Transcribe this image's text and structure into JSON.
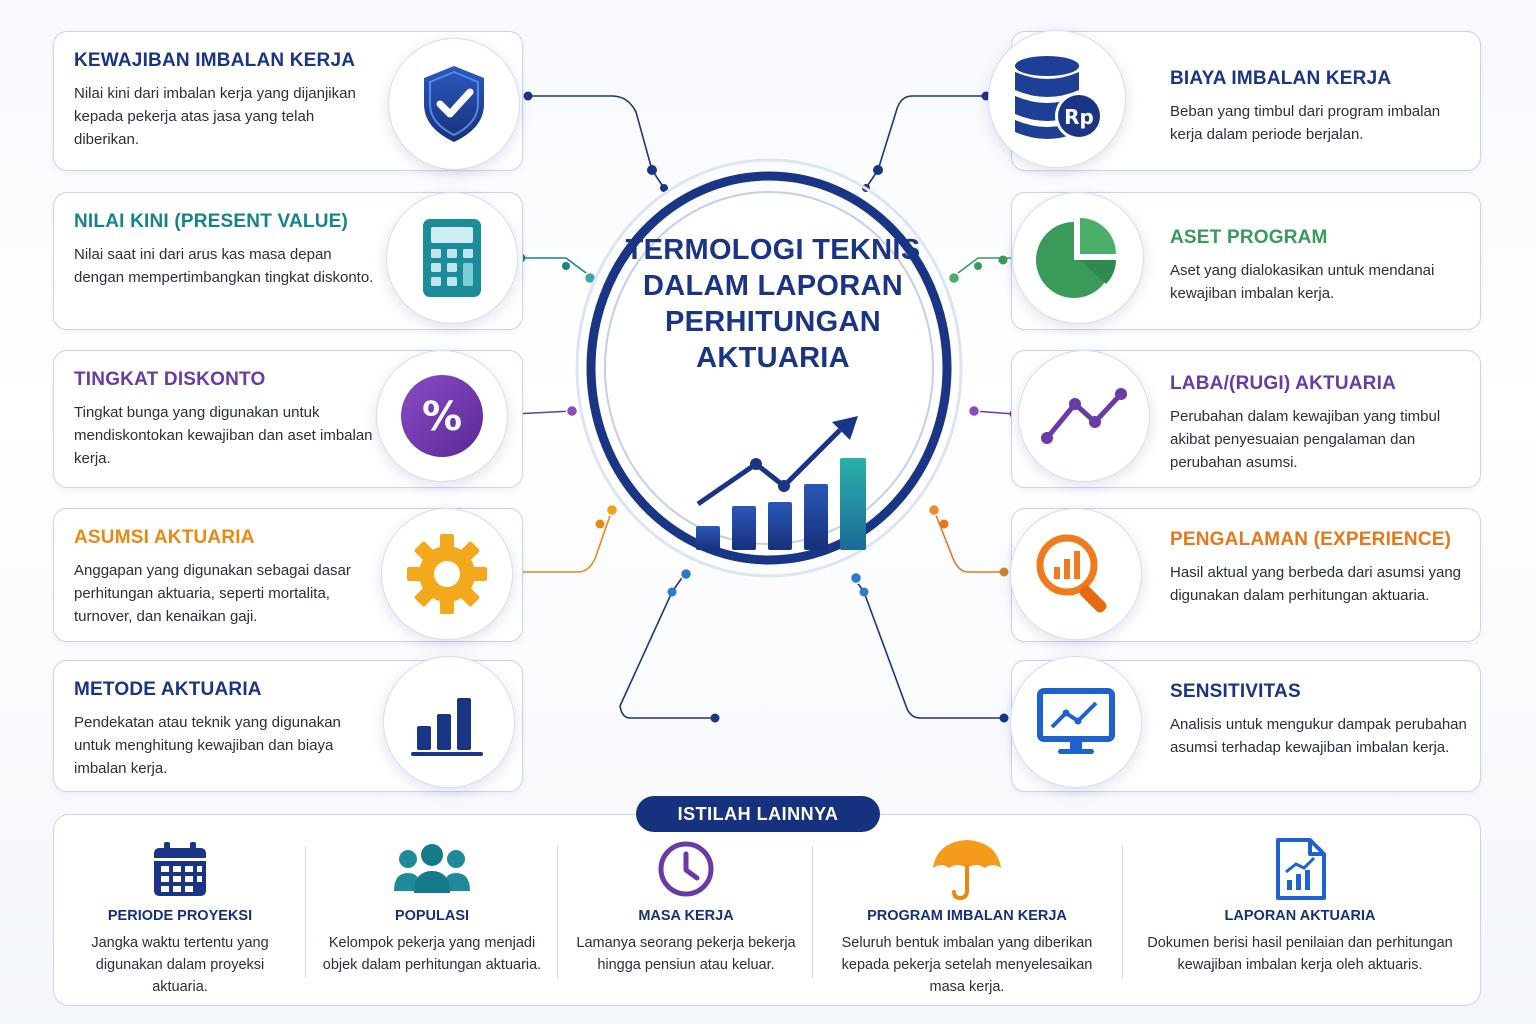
{
  "title": "TERMOLOGI TEKNIS DALAM LAPORAN PERHITUNGAN AKTUARIA",
  "left_cards": [
    {
      "title": "KEWAJIBAN IMBALAN KERJA",
      "desc": "Nilai kini dari imbalan kerja yang dijanjikan kepada pekerja atas jasa yang telah diberikan.",
      "color": "#1a3585",
      "icon": "shield-check-icon"
    },
    {
      "title": "NILAI KINI (PRESENT VALUE)",
      "desc": "Nilai saat ini dari arus kas masa depan dengan mempertimbangkan tingkat diskonto.",
      "color": "#14848c",
      "icon": "calculator-icon"
    },
    {
      "title": "TINGKAT DISKONTO",
      "desc": "Tingkat bunga yang digunakan untuk mendiskontokan kewajiban dan aset imbalan kerja.",
      "color": "#6a3aa6",
      "icon": "percent-icon"
    },
    {
      "title": "ASUMSI AKTUARIA",
      "desc": "Anggapan yang digunakan sebagai dasar perhitungan aktuaria, seperti mortalita, turnover, dan kenaikan gaji.",
      "color": "#e88a12",
      "icon": "gear-icon"
    },
    {
      "title": "METODE AKTUARIA",
      "desc": "Pendekatan atau teknik yang digunakan untuk menghitung kewajiban dan biaya imbalan kerja.",
      "color": "#1a3585",
      "icon": "bar-chart-icon"
    }
  ],
  "right_cards": [
    {
      "title": "BIAYA IMBALAN KERJA",
      "desc": "Beban yang timbul dari program imbalan kerja dalam periode berjalan.",
      "color": "#1a3585",
      "icon": "database-rupiah-icon",
      "icon_label": "Rp"
    },
    {
      "title": "ASET PROGRAM",
      "desc": "Aset yang dialokasikan untuk mendanai kewajiban imbalan kerja.",
      "color": "#3a9a5a",
      "icon": "pie-chart-icon"
    },
    {
      "title": "LABA/(RUGI) AKTUARIA",
      "desc": "Perubahan dalam kewajiban yang timbul akibat penyesuaian pengalaman dan perubahan asumsi.",
      "color": "#6a3aa6",
      "icon": "line-chart-icon"
    },
    {
      "title": "PENGALAMAN (EXPERIENCE)",
      "desc": "Hasil aktual yang berbeda dari asumsi yang digunakan dalam perhitungan aktuaria.",
      "color": "#e8761a",
      "icon": "magnifier-chart-icon"
    },
    {
      "title": "SENSITIVITAS",
      "desc": "Analisis untuk mengukur dampak perubahan asumsi terhadap kewajiban imbalan kerja.",
      "color": "#1a3585",
      "icon": "monitor-chart-icon"
    }
  ],
  "other_terms": {
    "label": "ISTILAH LAINNYA",
    "items": [
      {
        "title": "PERIODE PROYEKSI",
        "desc": "Jangka waktu tertentu yang digunakan dalam proyeksi aktuaria.",
        "icon": "calendar-icon"
      },
      {
        "title": "POPULASI",
        "desc": "Kelompok pekerja yang menjadi objek dalam perhitungan aktuaria.",
        "icon": "people-icon"
      },
      {
        "title": "MASA KERJA",
        "desc": "Lamanya seorang pekerja bekerja hingga pensiun atau keluar.",
        "icon": "clock-icon"
      },
      {
        "title": "PROGRAM IMBALAN KERJA",
        "desc": "Seluruh bentuk imbalan yang diberikan kepada pekerja setelah menyelesaikan masa kerja.",
        "icon": "umbrella-icon"
      },
      {
        "title": "LAPORAN AKTUARIA",
        "desc": "Dokumen berisi hasil penilaian dan perhitungan kewajiban imbalan kerja oleh aktuaris.",
        "icon": "report-icon"
      }
    ]
  }
}
